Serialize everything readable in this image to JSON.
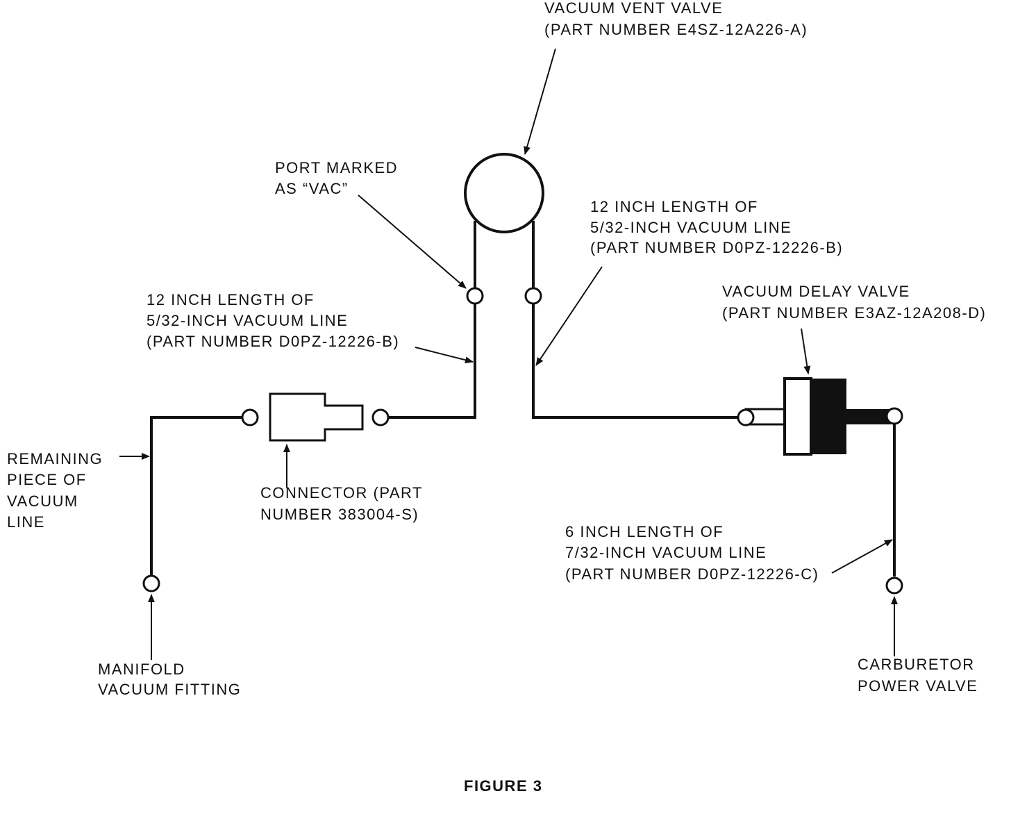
{
  "labels": {
    "vent_valve": [
      "VACUUM VENT VALVE",
      "(PART NUMBER E4SZ-12A226-A)"
    ],
    "port_vac": [
      "PORT MARKED",
      "AS “VAC”"
    ],
    "line_right": [
      "12 INCH LENGTH OF",
      "5/32-INCH VACUUM LINE",
      "(PART NUMBER D0PZ-12226-B)"
    ],
    "line_left": [
      "12 INCH LENGTH OF",
      "5/32-INCH VACUUM LINE",
      "(PART NUMBER D0PZ-12226-B)"
    ],
    "delay_valve": [
      "VACUUM DELAY VALVE",
      "(PART NUMBER E3AZ-12A208-D)"
    ],
    "remaining": [
      "REMAINING",
      "PIECE OF",
      "VACUUM",
      "LINE"
    ],
    "connector": [
      "CONNECTOR (PART",
      "NUMBER 383004-S)"
    ],
    "line_6in": [
      "6 INCH LENGTH OF",
      "7/32-INCH VACUUM LINE",
      "(PART NUMBER D0PZ-12226-C)"
    ],
    "manifold": [
      "MANIFOLD",
      "VACUUM FITTING"
    ],
    "carb": [
      "CARBURETOR",
      "POWER VALVE"
    ],
    "figure": "FIGURE 3"
  }
}
